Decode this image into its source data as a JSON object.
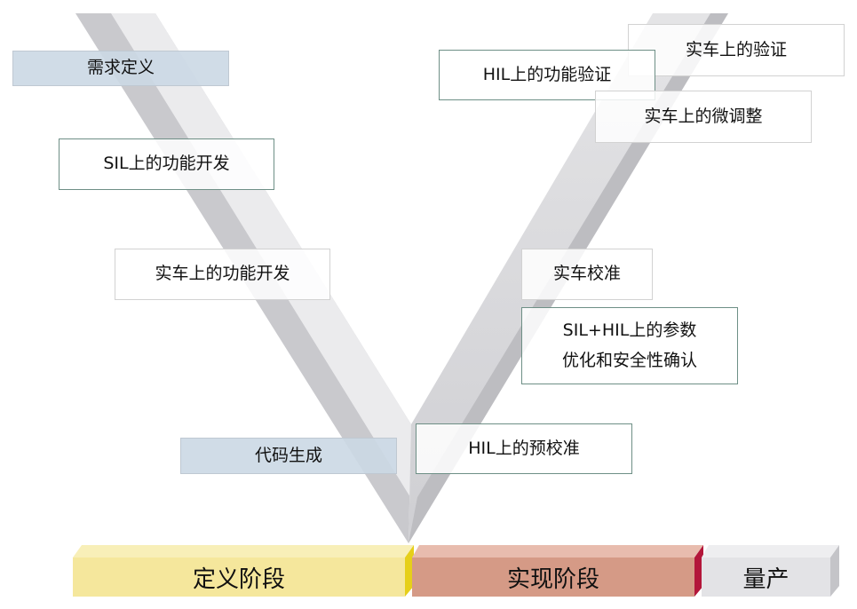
{
  "left_boxes": [
    "需求定义",
    "SIL上的功能开发",
    "实车上的功能开发",
    "代码生成"
  ],
  "right_boxes": [
    "HIL上的功能验证",
    "实车上的验证",
    "实车上的微调整",
    "实车校准",
    "SIL+HIL上的参数",
    "优化和安全性确认",
    "HIL上的预校准"
  ],
  "phases": [
    "定义阶段",
    "实现阶段",
    "量产"
  ],
  "colors": {
    "define": "#f5e79c",
    "implement": "#d59a86",
    "production": "#e3e3e6",
    "v_shape": "#d0d0d4"
  }
}
